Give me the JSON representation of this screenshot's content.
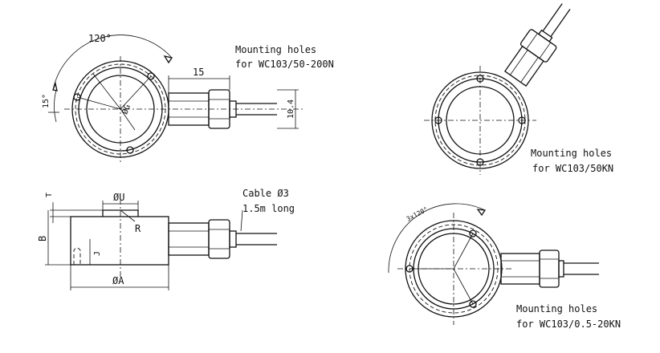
{
  "top_left": {
    "angle_label": "120°",
    "small_angle_label": "15°",
    "radius_label": "ØG",
    "length_label": "15",
    "height_label": "10.4",
    "caption_line1": "Mounting holes",
    "caption_line2": "for WC103/50-200N"
  },
  "side_view": {
    "t_label": "T",
    "u_label": "ØU",
    "r_label": "R",
    "b_label": "B",
    "j_label": "J",
    "a_label": "ØA",
    "cable_line1": "Cable Ø3",
    "cable_line2": "1.5m long"
  },
  "top_right": {
    "caption_line1": "Mounting holes",
    "caption_line2": "for WC103/50KN"
  },
  "bottom_right": {
    "angle_label": "3x120°",
    "caption_line1": "Mounting holes",
    "caption_line2": "for WC103/0.5-20KN"
  }
}
